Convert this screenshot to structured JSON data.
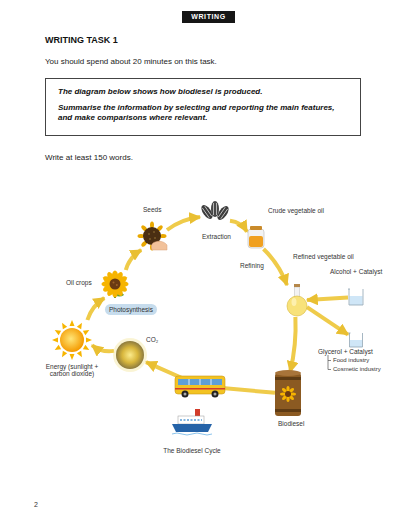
{
  "diagram": {
    "title": "WRITING TASK 1",
    "caption": "The Biodiesel Cycle",
    "nodes": [
      {
        "text": [
          "WRITING"
        ]
      },
      {
        "text": [
          "The diagram below shows how biodiesel is produced.",
          "Summarise the information by selecting and reporting the main features, and make comparisons where relevant."
        ]
      },
      {
        "text": [
          "Oil crops"
        ]
      },
      {
        "text": [
          "Photosynthesis"
        ]
      },
      {
        "text": [
          "Seeds"
        ]
      },
      {
        "text": [
          "Extraction"
        ]
      },
      {
        "text": [
          "Crude vegetable oil"
        ]
      },
      {
        "text": [
          "Refined vegetable oil"
        ]
      },
      {
        "text": [
          "Alcohol + Catalyst"
        ]
      },
      {
        "text": [
          "Glycerol + Catalyst"
        ]
      },
      {
        "text": [
          "Biodiesel"
        ]
      },
      {
        "text": [
          "CO₂"
        ]
      },
      {
        "text": [
          "Energy (sunlight + carbon dioxide)"
        ]
      }
    ],
    "edges": [
      {
        "from": 2,
        "to": 4,
        "arrow": "to"
      },
      {
        "from": 4,
        "to": 5,
        "arrow": "to"
      },
      {
        "from": 5,
        "to": 6,
        "arrow": "to"
      },
      {
        "from": 6,
        "to": 7,
        "label": "Refining",
        "arrow": "to"
      },
      {
        "from": 8,
        "to": 7,
        "arrow": "to"
      },
      {
        "from": 7,
        "to": 9,
        "arrow": "to"
      },
      {
        "from": 7,
        "to": 10,
        "arrow": "to"
      },
      {
        "from": 10,
        "to": 11,
        "arrow": "to"
      },
      {
        "from": 11,
        "to": 12,
        "arrow": "to"
      },
      {
        "from": 12,
        "to": 2,
        "arrow": "to"
      }
    ],
    "labels": [
      "You should spend about 20 minutes on this task.",
      "Write at least 150 words.",
      "Food industry",
      "Cosmetic industry",
      "2"
    ]
  }
}
